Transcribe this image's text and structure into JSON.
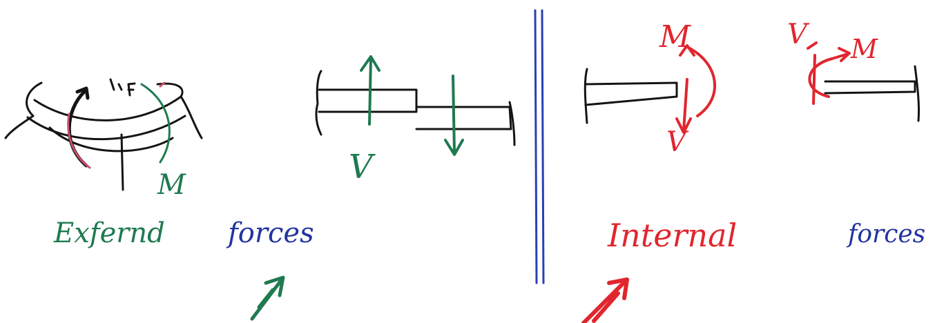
{
  "colors": {
    "ink_black": "#141414",
    "ink_green": "#1f7a4f",
    "ink_blue": "#2233a0",
    "ink_red": "#e0262e",
    "ink_pink": "#c9506b",
    "divider_blue": "#2a3fb0"
  },
  "labels": {
    "external_word": "Exfernd",
    "forces_left": "forces",
    "internal_word": "Internal",
    "forces_right": "forces",
    "v_external": "V",
    "m_external": "M",
    "m_internal": "M",
    "v_internal": "V",
    "v_internal_right": "V",
    "m_internal_right": "M"
  }
}
